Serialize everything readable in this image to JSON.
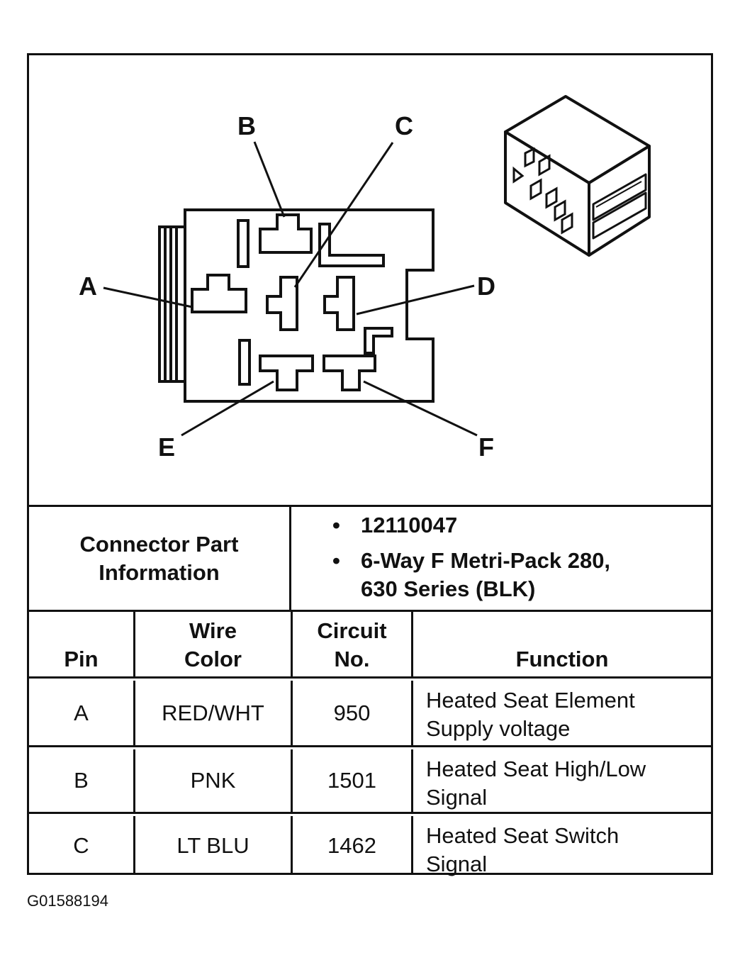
{
  "diagram": {
    "pin_labels": [
      "A",
      "B",
      "C",
      "D",
      "E",
      "F"
    ]
  },
  "connector_info": {
    "label_line1": "Connector Part",
    "label_line2": "Information",
    "bullet": "•",
    "part_number": "12110047",
    "description_line1": "6-Way F Metri-Pack 280,",
    "description_line2": "630 Series (BLK)"
  },
  "table": {
    "headers": {
      "pin": "Pin",
      "wire_color_line1": "Wire",
      "wire_color_line2": "Color",
      "circuit_line1": "Circuit",
      "circuit_line2": "No.",
      "function": "Function"
    },
    "rows": [
      {
        "pin": "A",
        "wire_color": "RED/WHT",
        "circuit": "950",
        "function_line1": "Heated Seat Element",
        "function_line2": "Supply voltage"
      },
      {
        "pin": "B",
        "wire_color": "PNK",
        "circuit": "1501",
        "function_line1": "Heated Seat High/Low",
        "function_line2": "Signal"
      },
      {
        "pin": "C",
        "wire_color": "LT BLU",
        "circuit": "1462",
        "function_line1": "Heated Seat Switch",
        "function_line2": "Signal"
      }
    ]
  },
  "figure_id": "G01588194"
}
